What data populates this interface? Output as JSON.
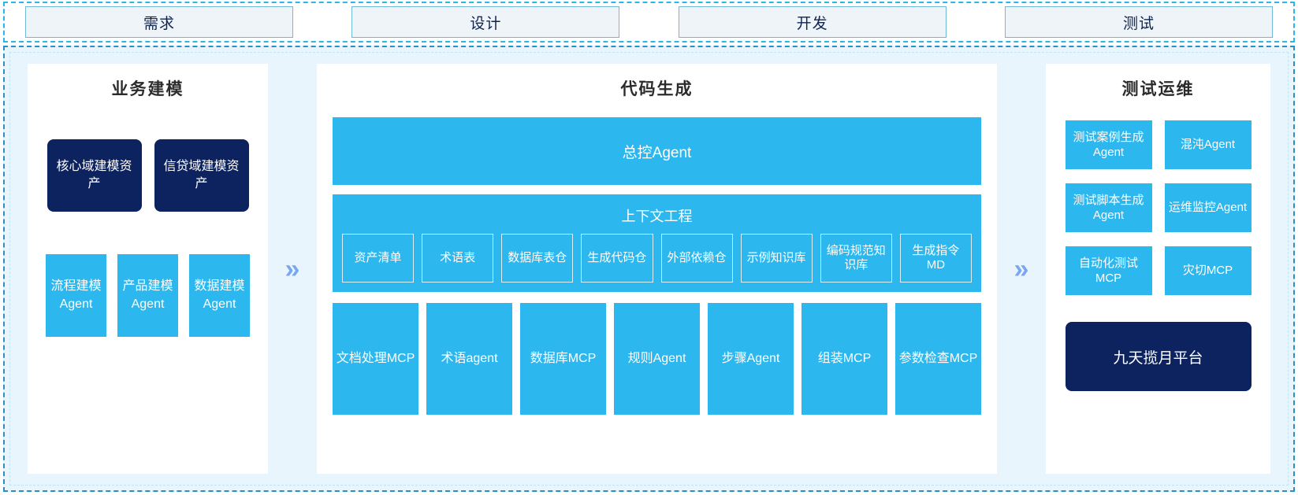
{
  "phases": {
    "items": [
      {
        "label": "需求"
      },
      {
        "label": "设计"
      },
      {
        "label": "开发"
      },
      {
        "label": "测试"
      }
    ]
  },
  "arrows": {
    "glyph": "»"
  },
  "colors": {
    "cyan": "#2cb7ee",
    "navy": "#0d2360",
    "panel_bg": "#ffffff",
    "frame_bg": "#e8f5fd",
    "arrow": "#7ba7ee",
    "tab_bg": "#eef4f8",
    "tab_border": "#6fb8d6"
  },
  "left_panel": {
    "title": "业务建模",
    "assets": [
      {
        "label": "核心域建模资产"
      },
      {
        "label": "信贷域建模资产"
      }
    ],
    "agents": [
      {
        "label": "流程建模Agent"
      },
      {
        "label": "产品建模Agent"
      },
      {
        "label": "数据建模Agent"
      }
    ]
  },
  "middle_panel": {
    "title": "代码生成",
    "master_agent": "总控Agent",
    "context": {
      "title": "上下文工程",
      "items": [
        {
          "label": "资产清单"
        },
        {
          "label": "术语表"
        },
        {
          "label": "数据库表仓"
        },
        {
          "label": "生成代码仓"
        },
        {
          "label": "外部依赖仓"
        },
        {
          "label": "示例知识库"
        },
        {
          "label": "编码规范知识库"
        },
        {
          "label": "生成指令MD"
        }
      ]
    },
    "tools": [
      {
        "label": "文档处理MCP"
      },
      {
        "label": "术语agent"
      },
      {
        "label": "数据库MCP"
      },
      {
        "label": "规则Agent"
      },
      {
        "label": "步骤Agent"
      },
      {
        "label": "组装MCP"
      },
      {
        "label": "参数检查MCP"
      }
    ]
  },
  "right_panel": {
    "title": "测试运维",
    "items": [
      {
        "label": "测试案例生成Agent"
      },
      {
        "label": "混沌Agent"
      },
      {
        "label": "测试脚本生成Agent"
      },
      {
        "label": "运维监控Agent"
      },
      {
        "label": "自动化测试MCP"
      },
      {
        "label": "灾切MCP"
      }
    ],
    "platform": "九天揽月平台"
  }
}
